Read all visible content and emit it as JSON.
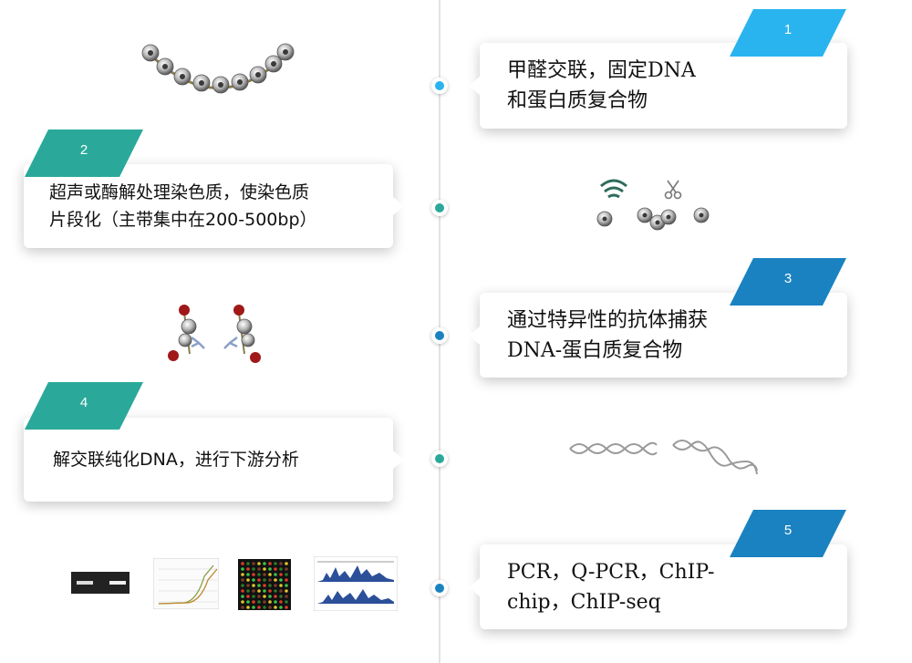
{
  "colors": {
    "blue_light": "#2ab4ef",
    "blue": "#1a82c0",
    "teal": "#2aa99a"
  },
  "steps": [
    {
      "number": "1",
      "line1": "甲醛交联，固定DNA",
      "line2": "和蛋白质复合物"
    },
    {
      "number": "2",
      "line1": "超声或酶解处理染色质，使染色质",
      "line2": "片段化（主带集中在200-500bp）"
    },
    {
      "number": "3",
      "line1": "通过特异性的抗体捕获",
      "line2": "DNA-蛋白质复合物"
    },
    {
      "number": "4",
      "line1": "解交联纯化DNA，进行下游分析",
      "line2": ""
    },
    {
      "number": "5",
      "line1": "PCR，Q-PCR，ChIP-",
      "line2": "chip，ChIP-seq"
    }
  ]
}
